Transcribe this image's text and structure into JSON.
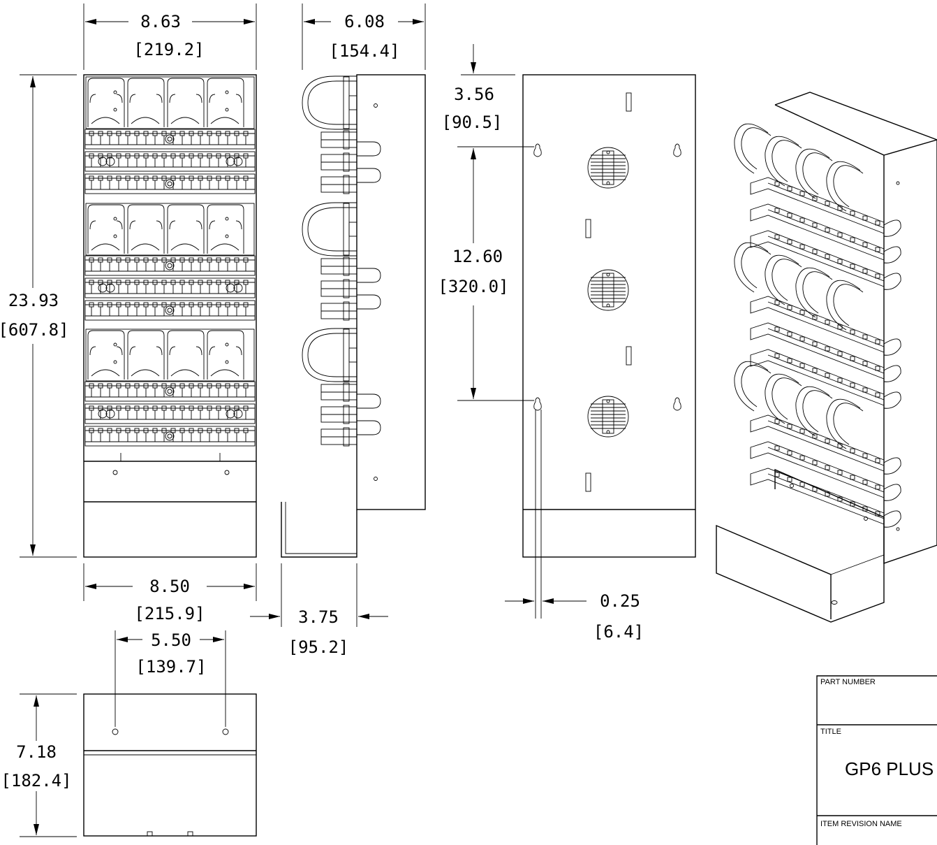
{
  "dimensions": {
    "front_width_overall": {
      "in": "8.63",
      "mm": "[219.2]"
    },
    "side_depth_overall": {
      "in": "6.08",
      "mm": "[154.4]"
    },
    "back_top_offset": {
      "in": "3.56",
      "mm": "[90.5]"
    },
    "back_keyhole_spacing": {
      "in": "12.60",
      "mm": "[320.0]"
    },
    "front_height_overall": {
      "in": "23.93",
      "mm": "[607.8]"
    },
    "front_width_base": {
      "in": "8.50",
      "mm": "[215.9]"
    },
    "side_base_depth": {
      "in": "3.75",
      "mm": "[95.2]"
    },
    "back_keyhole_width": {
      "in": "0.25",
      "mm": "[6.4]"
    },
    "bottom_hole_spacing": {
      "in": "5.50",
      "mm": "[139.7]"
    },
    "bottom_depth": {
      "in": "7.18",
      "mm": "[182.4]"
    }
  },
  "title_block": {
    "part_number_label": "PART NUMBER",
    "title_label": "TITLE",
    "title_value": "GP6 PLUS",
    "revision_label": "ITEM REVISION NAME"
  }
}
